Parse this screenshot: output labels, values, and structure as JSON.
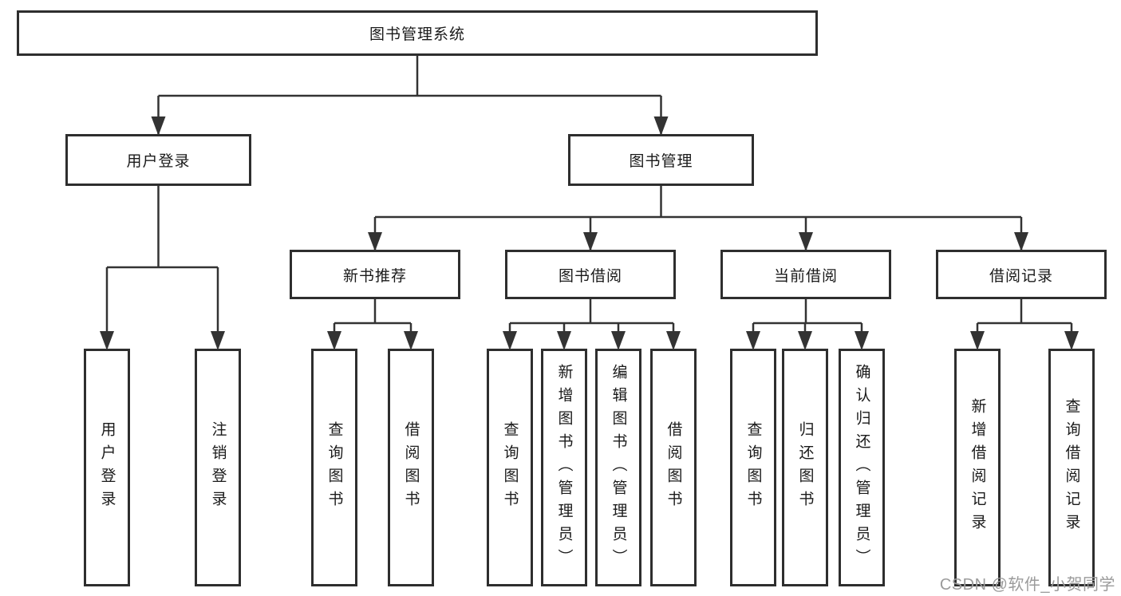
{
  "colors": {
    "background": "#ffffff",
    "line": "#333333",
    "box_border": "#2e2e2e",
    "text": "#1a1a1a",
    "watermark": "#9b9b9b"
  },
  "tree": {
    "root": {
      "label": "图书管理系统",
      "children": [
        {
          "label": "用户登录",
          "children": [
            {
              "label": "用户登录"
            },
            {
              "label": "注销登录"
            }
          ]
        },
        {
          "label": "图书管理",
          "children": [
            {
              "label": "新书推荐",
              "children": [
                {
                  "label": "查询图书"
                },
                {
                  "label": "借阅图书"
                }
              ]
            },
            {
              "label": "图书借阅",
              "children": [
                {
                  "label": "查询图书"
                },
                {
                  "label": "新增图书（管理员）"
                },
                {
                  "label": "编辑图书（管理员）"
                },
                {
                  "label": "借阅图书"
                }
              ]
            },
            {
              "label": "当前借阅",
              "children": [
                {
                  "label": "查询图书"
                },
                {
                  "label": "归还图书"
                },
                {
                  "label": "确认归还（管理员）"
                }
              ]
            },
            {
              "label": "借阅记录",
              "children": [
                {
                  "label": "新增借阅记录"
                },
                {
                  "label": "查询借阅记录"
                }
              ]
            }
          ]
        }
      ]
    }
  },
  "watermark": {
    "text": "CSDN @软件_小贺同学"
  }
}
